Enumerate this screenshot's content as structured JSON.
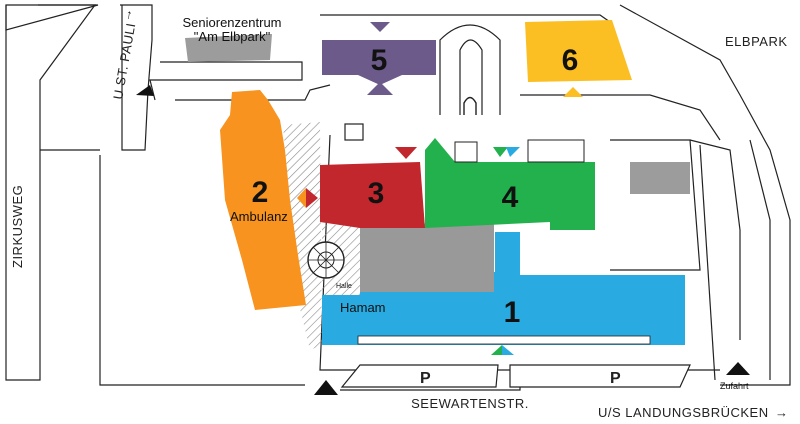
{
  "map": {
    "streets": {
      "st_pauli": "U ST. PAULI",
      "zirkusweg": "ZIRKUSWEG",
      "seewartenstr": "SEEWARTENSTR.",
      "landungsbruecken": "U/S LANDUNGSBRÜCKEN",
      "elbpark": "ELBPARK"
    },
    "arrow_glyph": "→",
    "seniorenzentrum": {
      "line1": "Seniorenzentrum",
      "line2": "\"Am Elbpark\""
    },
    "buildings": [
      {
        "number": "1",
        "color": "#29abe2",
        "label": "Hamam"
      },
      {
        "number": "2",
        "color": "#f7931e",
        "label": "Ambulanz"
      },
      {
        "number": "3",
        "color": "#c1272d"
      },
      {
        "number": "4",
        "color": "#22b14c"
      },
      {
        "number": "5",
        "color": "#6b5a8a"
      },
      {
        "number": "6",
        "color": "#fbbf24"
      }
    ],
    "halle_label": "Halle",
    "parking": [
      "P",
      "P"
    ],
    "zufahrt": "Zufahrt",
    "colors": {
      "outline": "#222222",
      "grey_building": "#999999",
      "entrance": "#111111"
    }
  }
}
